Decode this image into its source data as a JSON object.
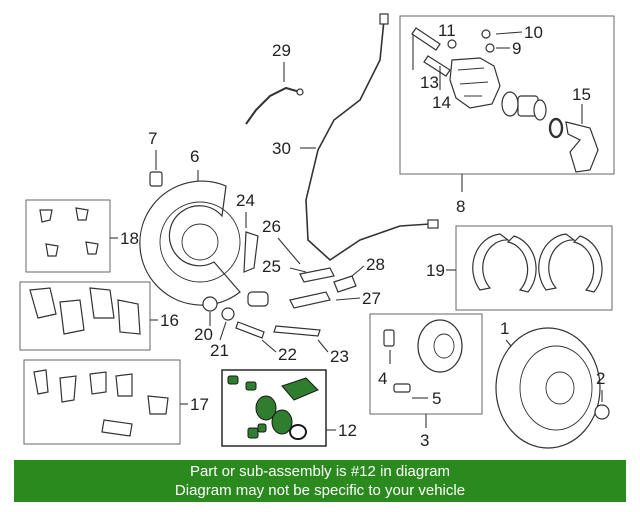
{
  "callouts": {
    "c1": "1",
    "c2": "2",
    "c3": "3",
    "c4": "4",
    "c5": "5",
    "c6": "6",
    "c7": "7",
    "c8": "8",
    "c9": "9",
    "c10": "10",
    "c11": "11",
    "c12": "12",
    "c13": "13",
    "c14": "14",
    "c15": "15",
    "c16": "16",
    "c17": "17",
    "c18": "18",
    "c19": "19",
    "c20": "20",
    "c21": "21",
    "c22": "22",
    "c23": "23",
    "c24": "24",
    "c25": "25",
    "c26": "26",
    "c27": "27",
    "c28": "28",
    "c29": "29",
    "c30": "30"
  },
  "highlight": {
    "part_number": "12",
    "color": "#2f7d2f"
  },
  "banner": {
    "line1": "Part or sub-assembly is #12 in diagram",
    "line2": "Diagram may not be specific to your vehicle",
    "color": "#2b8a1e"
  }
}
